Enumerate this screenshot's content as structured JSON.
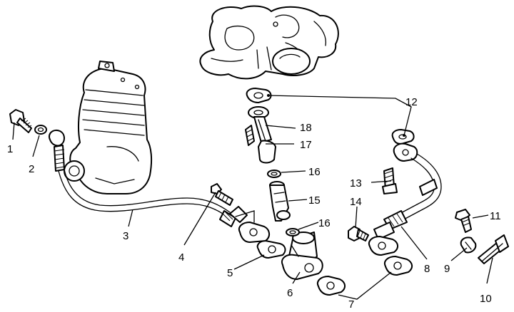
{
  "callouts": [
    {
      "id": "1",
      "text": "1"
    },
    {
      "id": "2",
      "text": "2"
    },
    {
      "id": "3",
      "text": "3"
    },
    {
      "id": "4",
      "text": "4"
    },
    {
      "id": "5",
      "text": "5"
    },
    {
      "id": "6",
      "text": "6"
    },
    {
      "id": "7",
      "text": "7"
    },
    {
      "id": "8",
      "text": "8"
    },
    {
      "id": "9",
      "text": "9"
    },
    {
      "id": "10",
      "text": "10"
    },
    {
      "id": "11",
      "text": "11"
    },
    {
      "id": "12",
      "text": "12"
    },
    {
      "id": "13",
      "text": "13"
    },
    {
      "id": "14",
      "text": "14"
    },
    {
      "id": "15",
      "text": "15"
    },
    {
      "id": "16a",
      "text": "16"
    },
    {
      "id": "16b",
      "text": "16"
    },
    {
      "id": "17",
      "text": "17"
    },
    {
      "id": "18",
      "text": "18"
    }
  ],
  "colors": {
    "ink": "#000000",
    "paper": "#ffffff"
  }
}
